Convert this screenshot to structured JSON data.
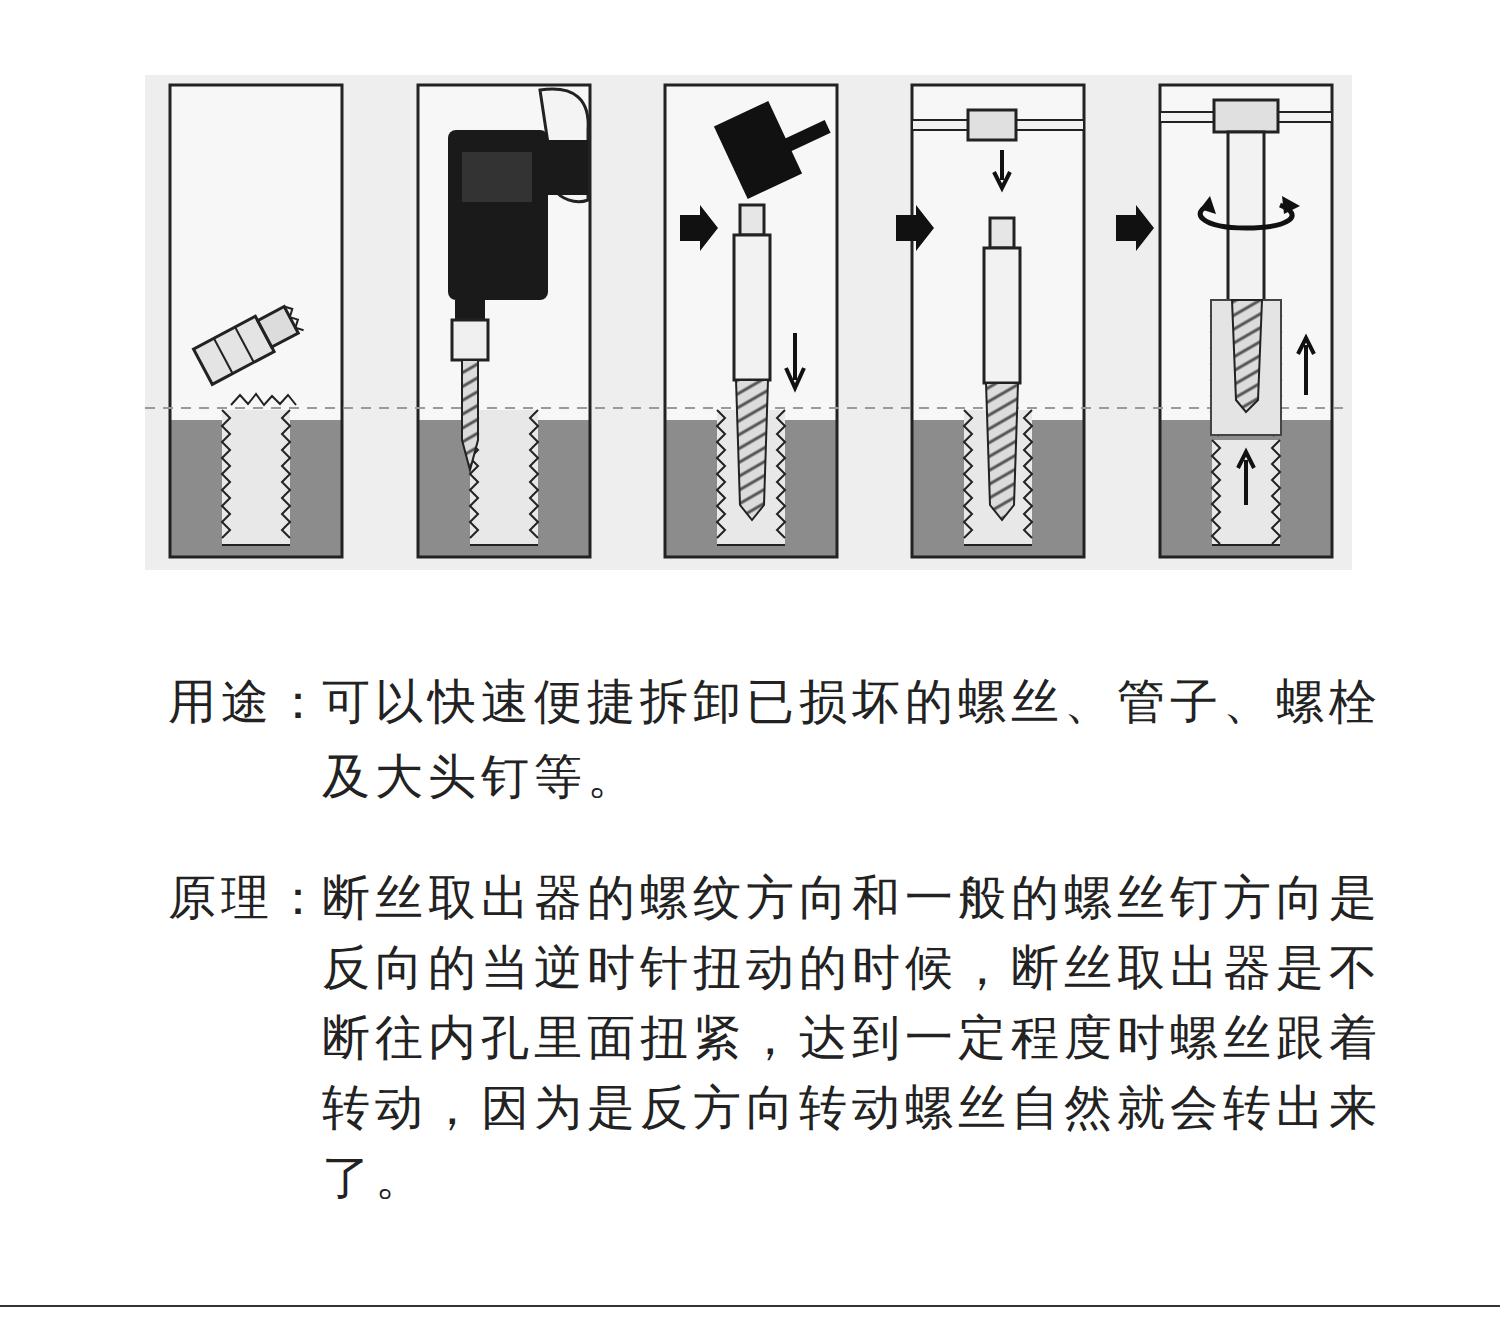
{
  "diagram": {
    "labels": [
      "用途：",
      "可以快速便捷拆卸已损坏的螺丝、管子、螺栓及大头钉等。",
      "原理：",
      "断丝取出器的螺纹方向和一般的螺丝钉方向是反向的当逆时针扭动的时候，断丝取出器是不断往内孔里面扭紧，达到一定程度时螺丝跟着转动，因为是反方向转动螺丝自然就会转出来了。"
    ]
  }
}
